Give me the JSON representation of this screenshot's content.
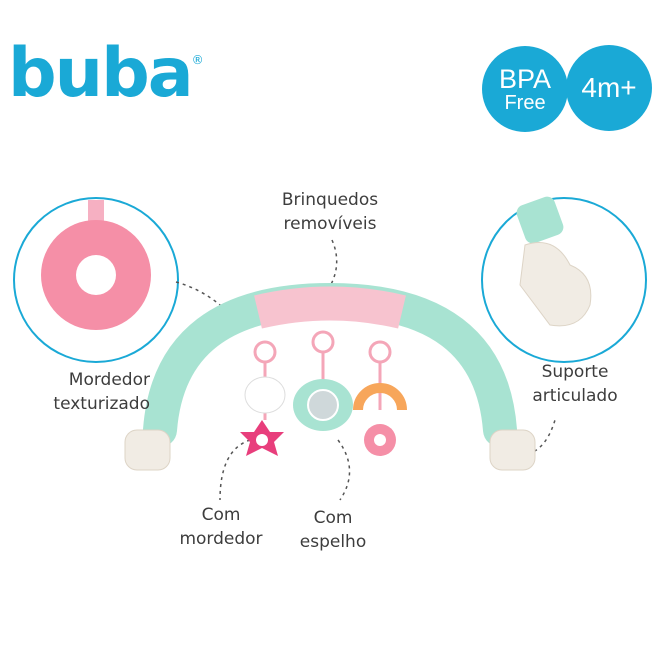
{
  "brand": {
    "logo": "buba",
    "registered": "®"
  },
  "badges": {
    "bpa_line1": "BPA",
    "bpa_line2": "Free",
    "age": "4m+"
  },
  "features": {
    "removable_toys": [
      "Brinquedos",
      "removíveis"
    ],
    "textured_teether": [
      "Mordedor",
      "texturizado"
    ],
    "articulated_support": [
      "Suporte",
      "articulado"
    ],
    "with_teether": [
      "Com",
      "mordedor"
    ],
    "with_mirror": [
      "Com",
      "espelho"
    ]
  },
  "colors": {
    "brand": "#1aa9d6",
    "mint": "#a8e3d2",
    "pink": "#f4a6b8",
    "text": "#3d3d3d"
  }
}
